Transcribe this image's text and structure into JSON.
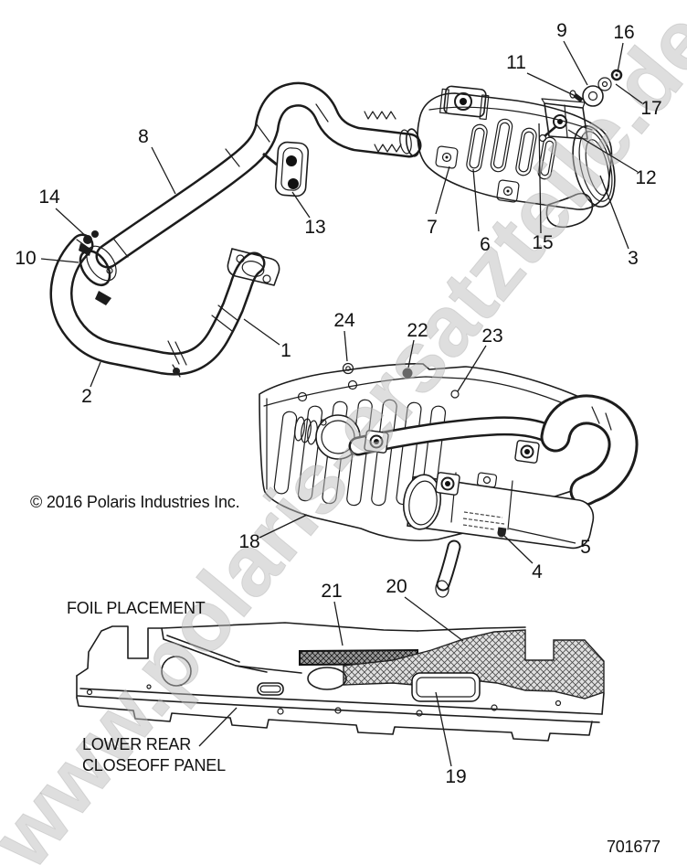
{
  "page": {
    "background": "#ffffff",
    "ink": "#1a1a1a"
  },
  "watermark": {
    "text": "www.polaris-ersatzteile.de",
    "color": "#bdbdbd"
  },
  "copyright": "© 2016 Polaris Industries Inc.",
  "drawing_number": "701677",
  "annotations": {
    "foil_placement": "FOIL PLACEMENT",
    "closeoff_line1": "LOWER REAR",
    "closeoff_line2": "CLOSEOFF PANEL"
  },
  "callouts": [
    {
      "label": "1"
    },
    {
      "label": "2"
    },
    {
      "label": "3"
    },
    {
      "label": "4"
    },
    {
      "label": "5"
    },
    {
      "label": "6"
    },
    {
      "label": "7"
    },
    {
      "label": "8"
    },
    {
      "label": "9"
    },
    {
      "label": "10"
    },
    {
      "label": "11"
    },
    {
      "label": "12"
    },
    {
      "label": "13"
    },
    {
      "label": "14"
    },
    {
      "label": "15"
    },
    {
      "label": "16"
    },
    {
      "label": "17"
    },
    {
      "label": "18"
    },
    {
      "label": "19"
    },
    {
      "label": "20"
    },
    {
      "label": "21"
    },
    {
      "label": "22"
    },
    {
      "label": "23"
    },
    {
      "label": "24"
    }
  ]
}
